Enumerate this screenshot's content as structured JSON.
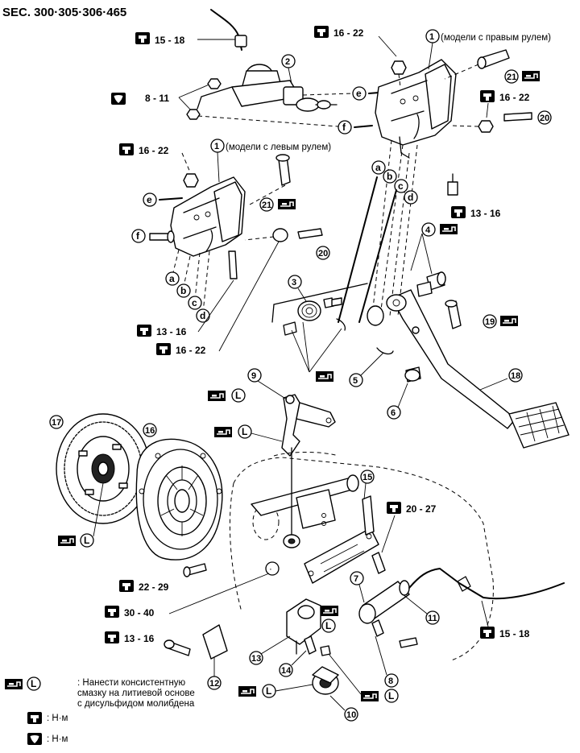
{
  "header": {
    "section": "SEC. 300·305·306·465"
  },
  "notes": {
    "right_hand_drive": "(модели с правым рулем)",
    "left_hand_drive": "(модели с левым рулем)"
  },
  "torques": {
    "t1": "15 - 18",
    "t2": "16 - 22",
    "t3": "8 - 11",
    "t4": "16 - 22",
    "t5": "16 - 22",
    "t6": "13 - 16",
    "t7": "13 - 16",
    "t8": "16 - 22",
    "t9": "20 - 27",
    "t10": "22 - 29",
    "t11": "30 - 40",
    "t12": "13 - 16",
    "t13": "15 - 18"
  },
  "callouts": {
    "c1": "1",
    "c2": "2",
    "c3": "3",
    "c4": "4",
    "c5": "5",
    "c6": "6",
    "c7": "7",
    "c8": "8",
    "c9": "9",
    "c10": "10",
    "c11": "11",
    "c12": "12",
    "c13": "13",
    "c14": "14",
    "c15": "15",
    "c16": "16",
    "c17": "17",
    "c18": "18",
    "c19": "19",
    "c20": "20",
    "c21": "21"
  },
  "letters": {
    "a": "a",
    "b": "b",
    "c": "c",
    "d": "d",
    "e": "e",
    "f": "f",
    "L": "L"
  },
  "legend": {
    "grease_line1": ": Нанести консистентную",
    "grease_line2": "смазку на литиевой основе",
    "grease_line3": "с дисульфидом молибдена",
    "torque_unit_1": ": Н·м",
    "torque_unit_2": ": Н·м"
  }
}
